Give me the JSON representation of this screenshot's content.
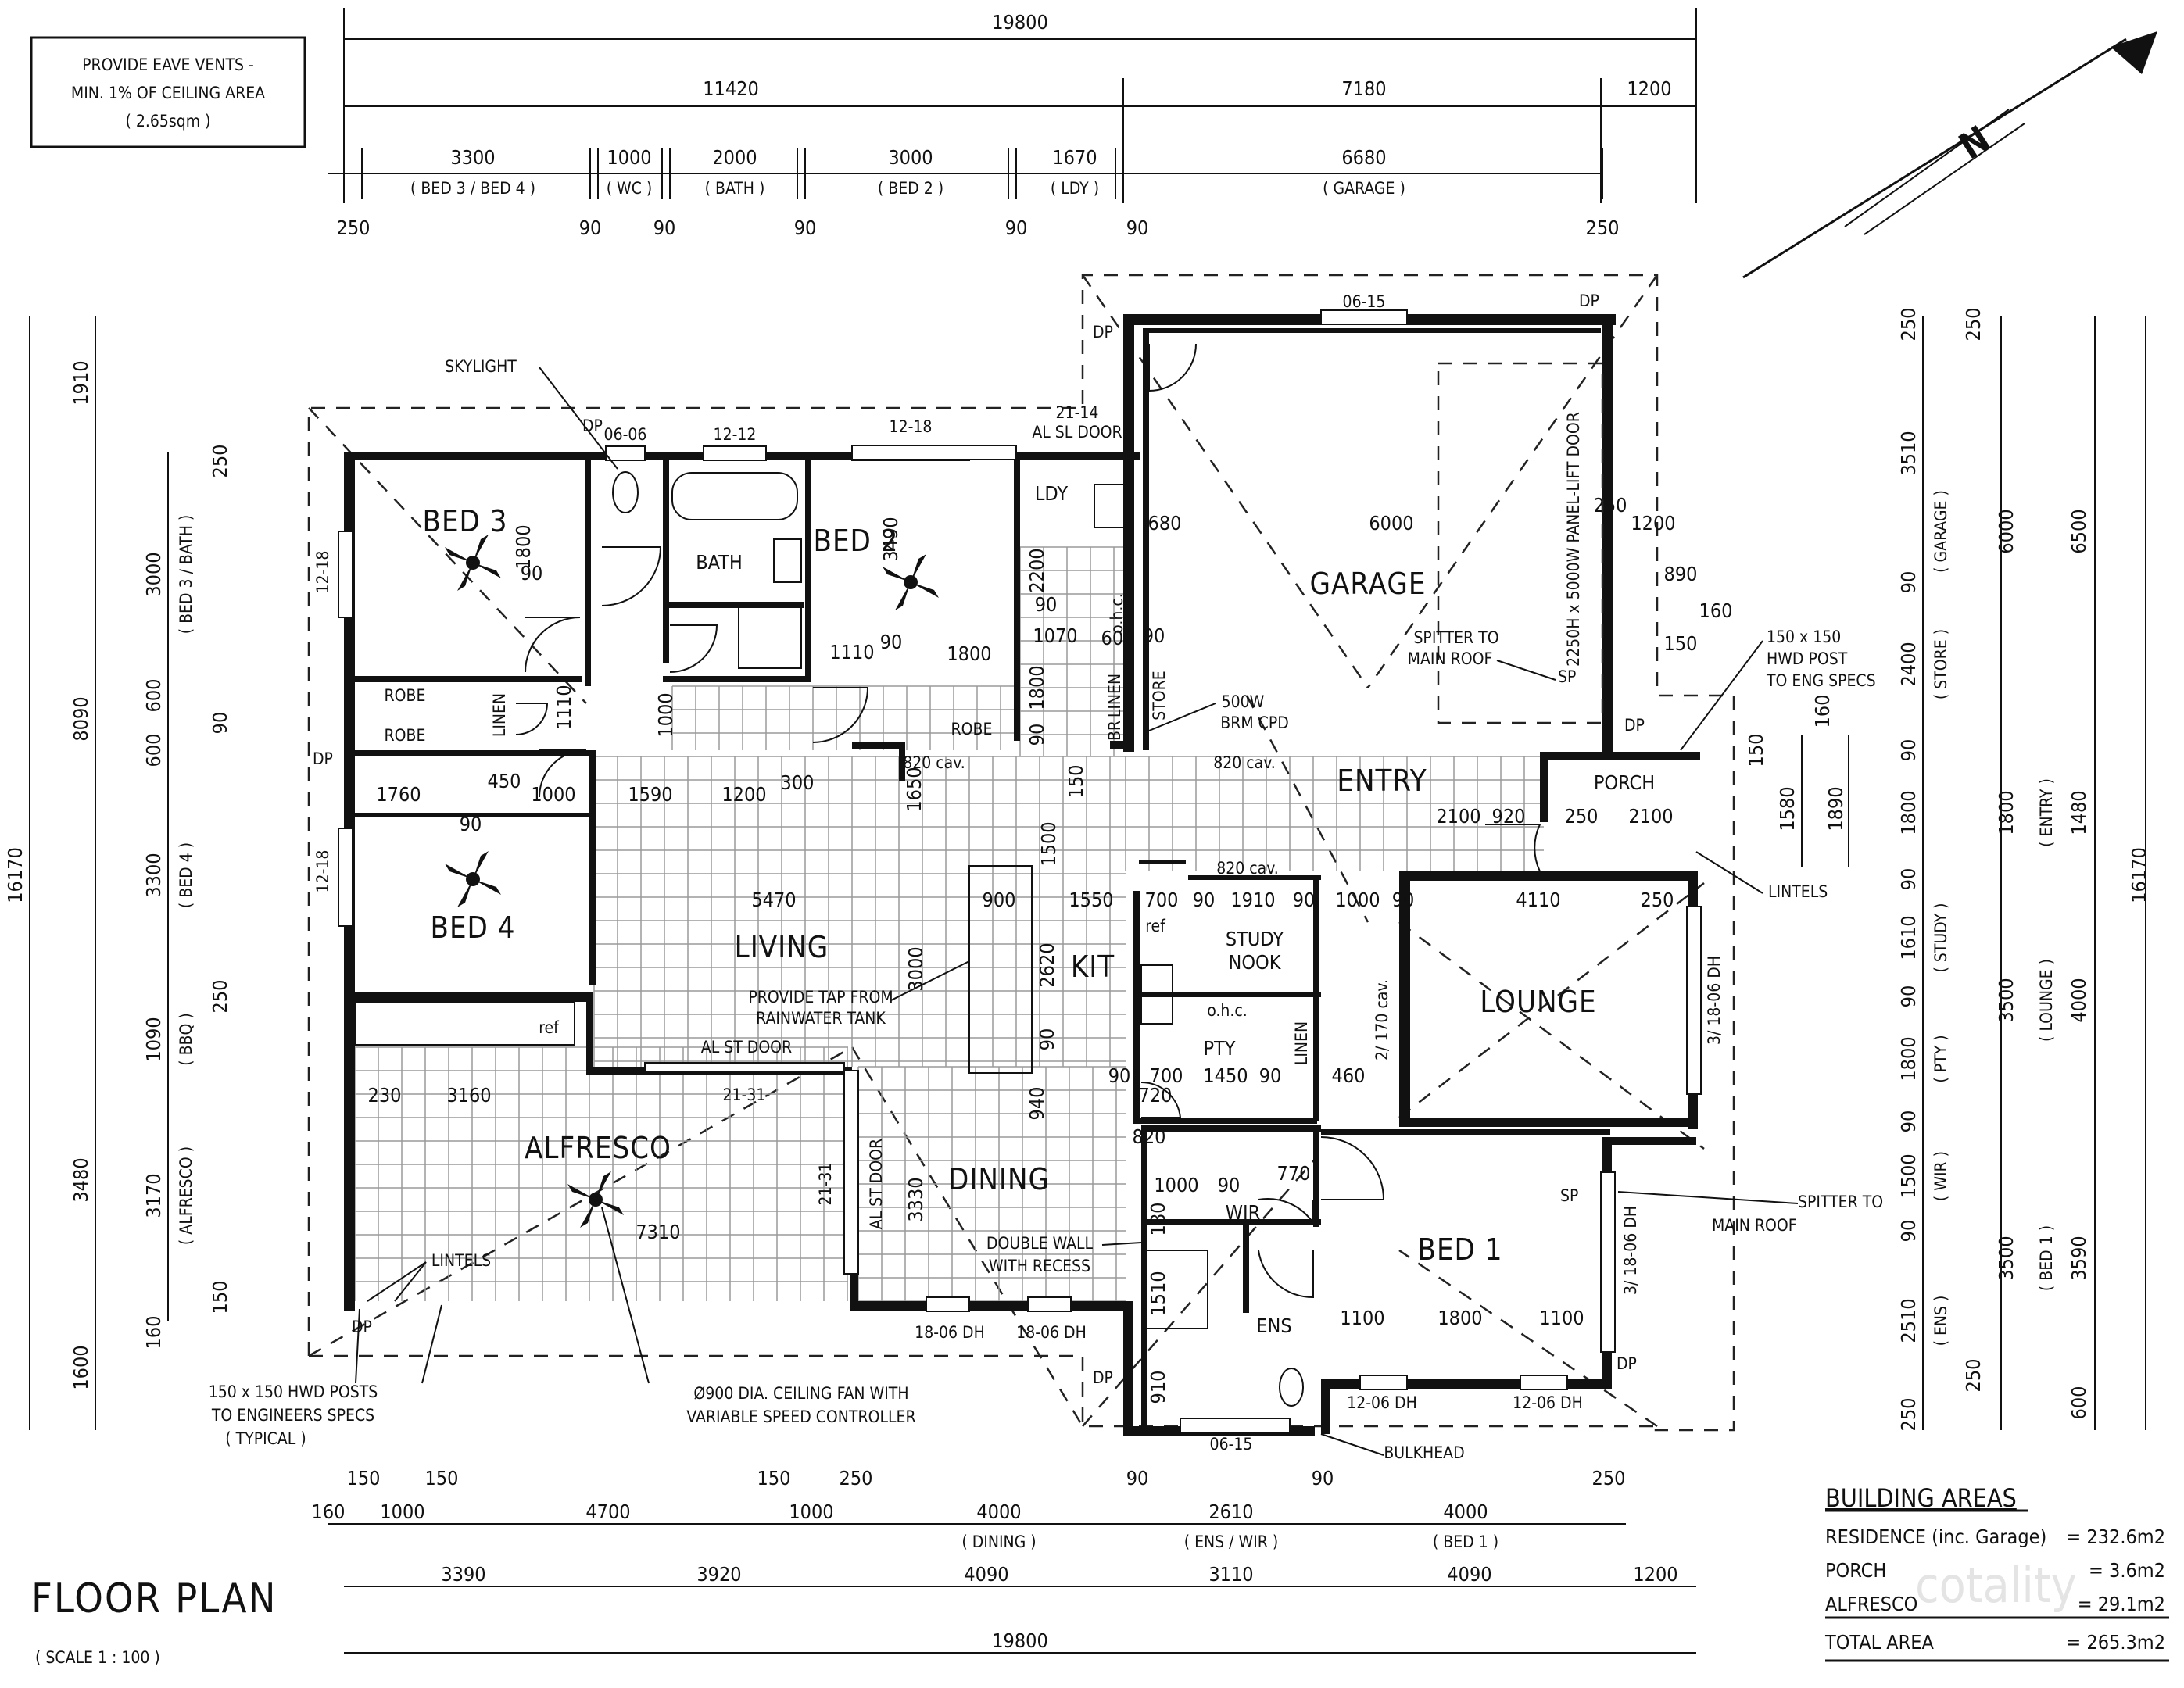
{
  "notes": {
    "eave_vents": [
      "PROVIDE EAVE VENTS -",
      "MIN. 1% OF CEILING AREA",
      "( 2.65sqm )"
    ],
    "skylight": "SKYLIGHT",
    "tap": [
      "PROVIDE TAP FROM",
      "RAINWATER TANK"
    ],
    "spitter_top": [
      "SPITTER TO",
      "MAIN ROOF"
    ],
    "spitter_right": [
      "SPITTER TO",
      "MAIN ROOF"
    ],
    "hwd_post_right": [
      "150 x 150",
      "HWD POST",
      "TO ENG SPECS"
    ],
    "lintels_right": "LINTELS",
    "lintels_left": "LINTELS",
    "hwd_posts_bottom": [
      "150 x 150 HWD POSTS",
      "TO ENGINEERS SPECS",
      "( TYPICAL )"
    ],
    "fan": [
      "Ø900 DIA. CEILING FAN WITH",
      "VARIABLE SPEED CONTROLLER"
    ],
    "double_wall": [
      "DOUBLE WALL",
      "WITH RECESS"
    ],
    "bulkhead": "BULKHEAD",
    "brm_cpd": [
      "500W",
      "BRM CPD"
    ],
    "garage_door": "2250H x 5000W PANEL-LIFT DOOR"
  },
  "rooms": {
    "bed3": "BED 3",
    "bed2": "BED 2",
    "bed4": "BED 4",
    "bath": "BATH",
    "ldy": "LDY",
    "garage": "GARAGE",
    "entry": "ENTRY",
    "porch": "PORCH",
    "living": "LIVING",
    "kit": "KIT",
    "study": [
      "STUDY",
      "NOOK"
    ],
    "lounge": "LOUNGE",
    "pty": "PTY",
    "alfresco": "ALFRESCO",
    "dining": "DINING",
    "wir": "WIR",
    "bed1": "BED 1",
    "ens": "ENS",
    "robe1": "ROBE",
    "robe2": "ROBE",
    "robe3": "ROBE",
    "linen1": "LINEN",
    "linen2": "LINEN",
    "linen3": "LINEN",
    "store": "STORE",
    "br": "BR",
    "ref1": "ref",
    "ref2": "ref",
    "ohc1": "o.h.c.",
    "ohc2": "o.h.c.",
    "al_sl_door_top": [
      "21-14",
      "AL SL DOOR"
    ],
    "al_st_door1": "AL ST DOOR",
    "al_st_door2": "AL ST DOOR"
  },
  "windows": {
    "w0606": "06-06",
    "w1212": "12-12",
    "w1218a": "12-18",
    "w1218b": "12-18",
    "w1218c": "12-18",
    "w0615a": "06-15",
    "w0615b": "06-15",
    "w2131a": "21-31",
    "w2131b": "21-31",
    "w1806a": "18-06 DH",
    "w1806b": "18-06 DH",
    "w1206a": "12-06 DH",
    "w1206b": "12-06 DH",
    "w318a": "3/ 18-06 DH",
    "w318b": "3/ 18-06 DH",
    "w2170": "2/ 170 cav."
  },
  "dims_top": {
    "total": "19800",
    "a": "11420",
    "b": "7180",
    "c": "1200",
    "segs": [
      "3300",
      "1000",
      "2000",
      "3000",
      "1670",
      "6680"
    ],
    "seg_labels": [
      "( BED 3 / BED 4 )",
      "( WC )",
      "( BATH )",
      "( BED 2 )",
      "( LDY )",
      "( GARAGE )"
    ],
    "walls": [
      "250",
      "90",
      "90",
      "90",
      "90",
      "90",
      "250"
    ]
  },
  "dims_bottom": {
    "r1": [
      "160",
      "150",
      "1000",
      "150",
      "4700",
      "150",
      "1000",
      "250",
      "4000",
      "90",
      "2610",
      "90",
      "4000",
      "250"
    ],
    "r1_labels": [
      "( DINING )",
      "( ENS / WIR )",
      "( BED 1 )"
    ],
    "r2": [
      "3390",
      "3920",
      "4090",
      "3110",
      "4090",
      "1200"
    ],
    "total": "19800"
  },
  "dims_left": {
    "total": "16170",
    "outer": [
      "1910",
      "8090",
      "3480",
      "1600"
    ],
    "mid": [
      "250",
      "3000",
      "600",
      "600",
      "3300",
      "250",
      "1090",
      "3170",
      "150",
      "160"
    ],
    "mid_labels": [
      "( BED 3 / BATH )",
      "90",
      "( BED 4 )",
      "( BBQ )",
      "( ALFRESCO )"
    ]
  },
  "dims_right": {
    "total": "16170",
    "outer": [
      "250",
      "6000",
      "6500",
      "1800",
      "1480",
      "3500",
      "4000",
      "3500",
      "3590",
      "250",
      "600"
    ],
    "inner": [
      "250",
      "3510",
      "90",
      "2400",
      "90",
      "1800",
      "90",
      "1610",
      "90",
      "1800",
      "90",
      "1500",
      "90",
      "2510",
      "250"
    ],
    "labels": [
      "( GARAGE )",
      "( STORE )",
      "( ENTRY )",
      "( STUDY )",
      "( LOUNGE )",
      "( PTY )",
      "( WIR )",
      "( BED 1 )",
      "( ENS )"
    ],
    "porch": [
      "150",
      "160",
      "1580",
      "1890",
      "150"
    ]
  },
  "dims_inner": [
    "1800",
    "90",
    "3490",
    "1110",
    "90",
    "1800",
    "1000",
    "1110",
    "2200",
    "90",
    "1070",
    "600",
    "90",
    "1800",
    "90",
    "680",
    "6000",
    "250",
    "1200",
    "890",
    "160",
    "150",
    "1760",
    "450",
    "1000",
    "90",
    "1590",
    "1200",
    "300",
    "5470",
    "1650",
    "1500",
    "150",
    "900",
    "1550",
    "700",
    "90",
    "1910",
    "90",
    "1000",
    "90",
    "4110",
    "250",
    "2620",
    "3000",
    "90",
    "940",
    "90",
    "700",
    "1450",
    "90",
    "460",
    "230",
    "3160",
    "7310",
    "3330",
    "1000",
    "90",
    "180",
    "1510",
    "910",
    "1100",
    "1800",
    "1100",
    "2100",
    "2100",
    "250",
    "920",
    "820",
    "770",
    "720",
    "820 cav.",
    "820 cav.",
    "820 cav."
  ],
  "title": "FLOOR PLAN",
  "scale": "( SCALE 1 : 100 )",
  "areas": {
    "heading": "BUILDING AREAS",
    "rows": [
      {
        "label": "RESIDENCE (inc. Garage)",
        "value": "= 232.6m2"
      },
      {
        "label": "PORCH",
        "value": "= 3.6m2"
      },
      {
        "label": "ALFRESCO",
        "value": "= 29.1m2"
      },
      {
        "label": "TOTAL AREA",
        "value": "= 265.3m2"
      }
    ]
  },
  "watermark": "cotality",
  "markers": {
    "dp": "DP",
    "sp": "SP",
    "n": "N"
  }
}
